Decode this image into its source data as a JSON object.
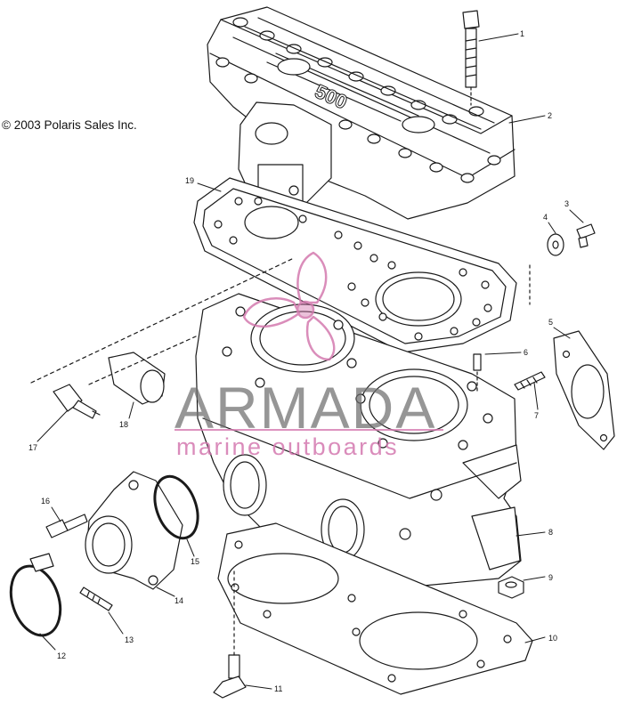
{
  "copyright": "© 2003 Polaris Sales Inc.",
  "head_marking": "500",
  "watermark": {
    "title": "ARMADA",
    "subtitle": "marine outboards",
    "accent": "#d47aaf",
    "title_color": "#6e6e6e"
  },
  "callouts": [
    "1",
    "2",
    "3",
    "4",
    "5",
    "6",
    "7",
    "8",
    "9",
    "10",
    "11",
    "12",
    "13",
    "14",
    "15",
    "16",
    "17",
    "18",
    "19"
  ],
  "icons": {
    "logo": "propeller-logo-icon"
  }
}
